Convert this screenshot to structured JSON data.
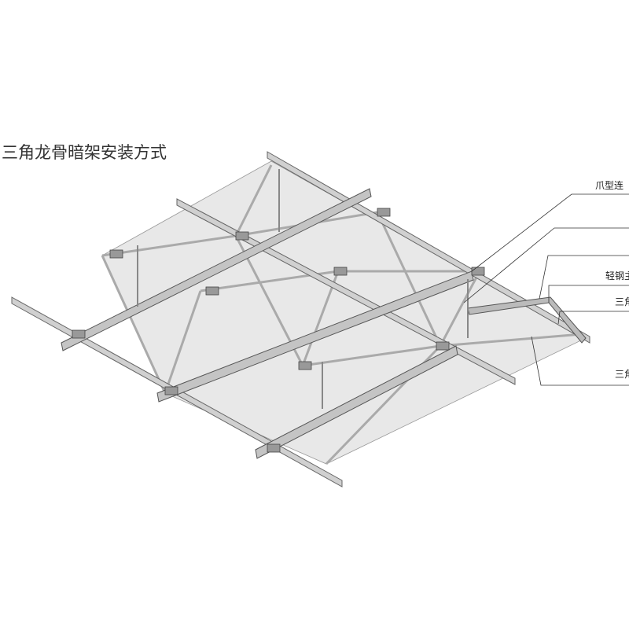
{
  "title": "三角龙骨暗架安装方式",
  "labels": [
    "爪型连",
    "轻钢主",
    "三角",
    "三角"
  ],
  "colors": {
    "panel": "#e6e6e6",
    "bar": "#c8c8c8",
    "stroke": "#555555",
    "line": "#333333"
  }
}
